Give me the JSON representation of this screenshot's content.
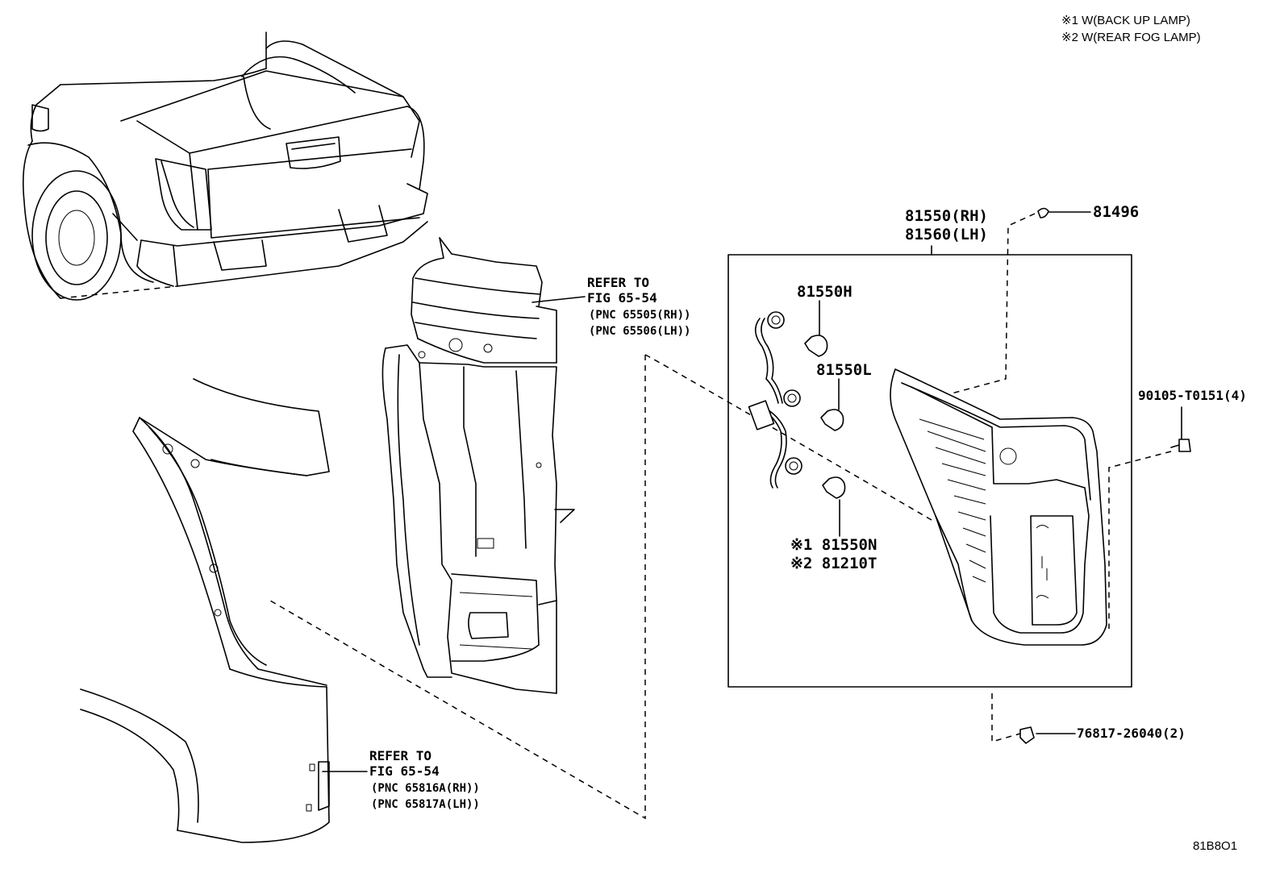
{
  "notes": {
    "note1": "※1 W(BACK UP LAMP)",
    "note2": "※2 W(REAR FOG LAMP)"
  },
  "refs": {
    "upper": {
      "l1": "REFER TO",
      "l2": "FIG 65-54",
      "l3": "(PNC 65505(RH))",
      "l4": "(PNC 65506(LH))"
    },
    "lower": {
      "l1": "REFER TO",
      "l2": "FIG 65-54",
      "l3": "(PNC 65816A(RH))",
      "l4": "(PNC 65817A(LH))"
    }
  },
  "parts": {
    "lamp_rh": "81550(RH)",
    "lamp_lh": "81560(LH)",
    "clip_top": "81496",
    "bulb_h": "81550H",
    "bulb_l": "81550L",
    "bulb_n": "※1 81550N",
    "bulb_t": "※2 81210T",
    "screw": "90105-T0151(4)",
    "retainer": "76817-26040(2)"
  },
  "figure_code": "81B8O1",
  "icons": [
    "pickup-truck-rear-icon",
    "quarter-panel-icon",
    "inner-panel-icon",
    "tail-lamp-icon",
    "bulb-icon",
    "socket-wiring-icon",
    "screw-icon",
    "clip-icon"
  ]
}
